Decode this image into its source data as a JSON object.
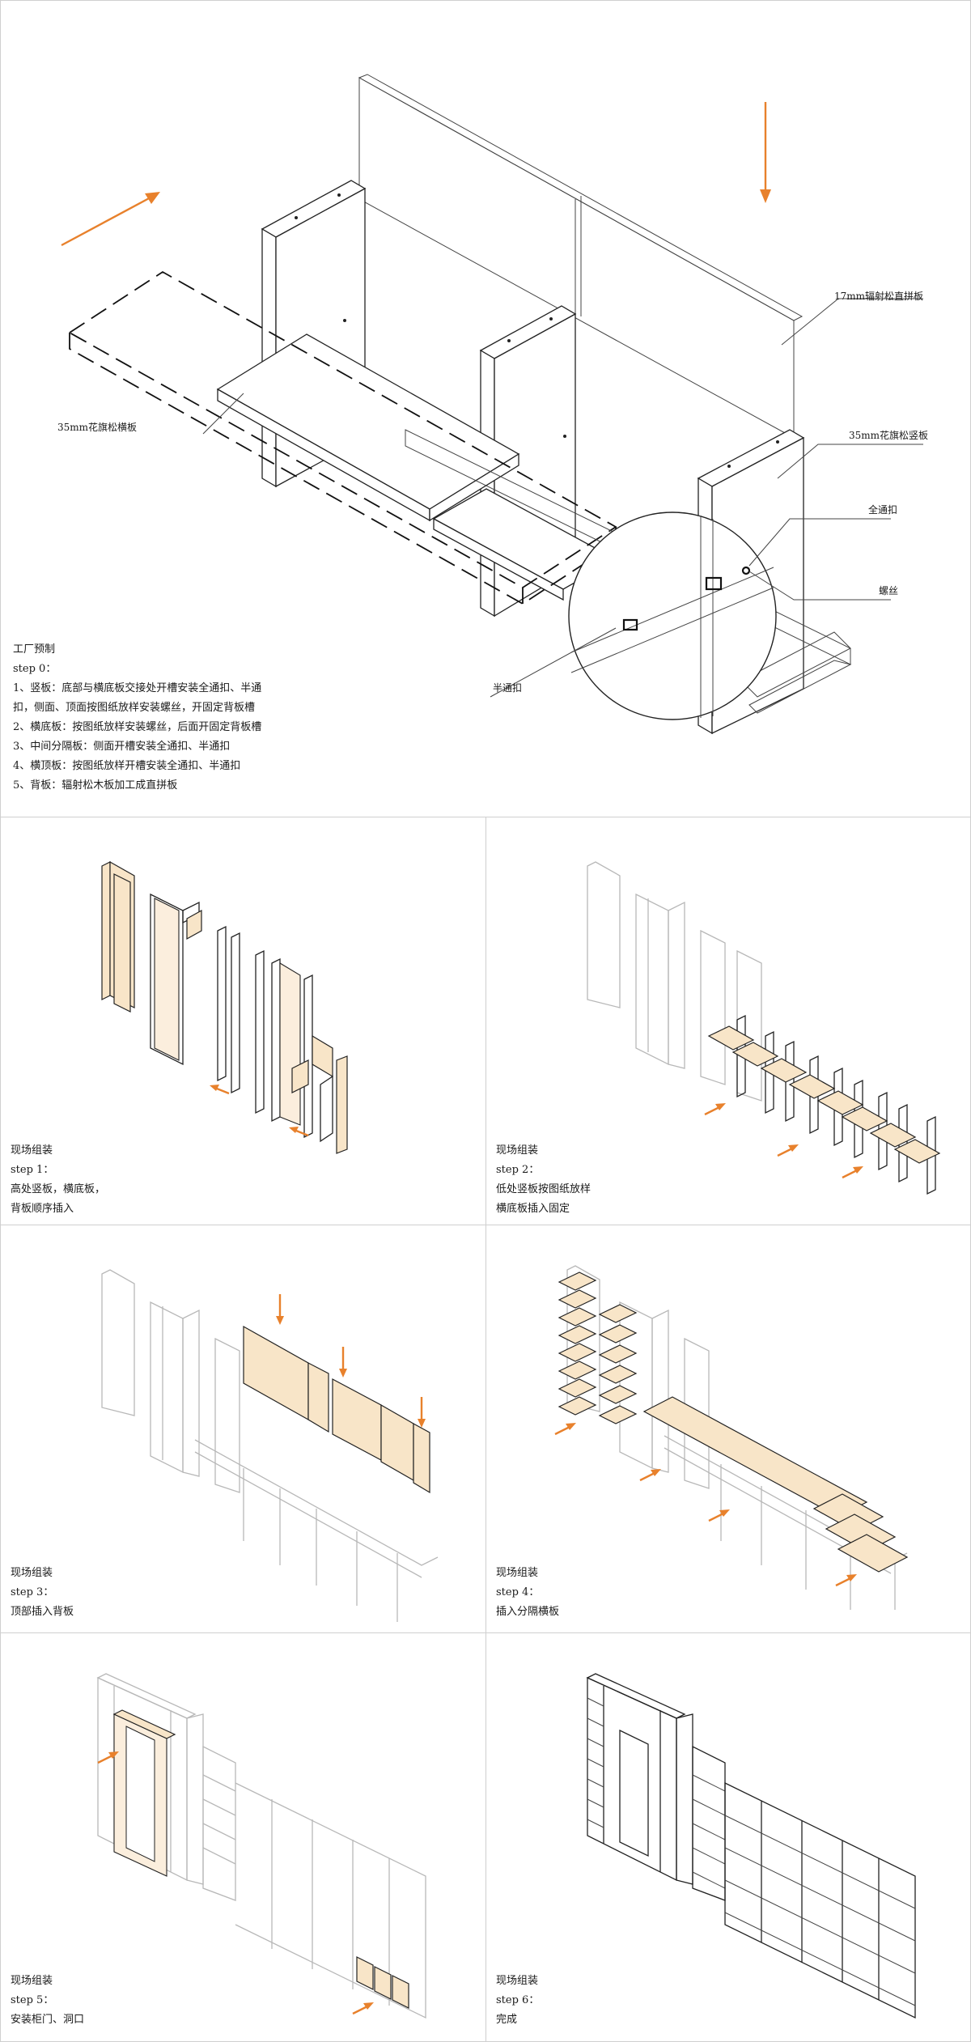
{
  "colors": {
    "accent_arrow": "#e8812c",
    "highlight_fill": "#f8e5c8",
    "line": "#222222",
    "ghost_line": "#b8b8b8",
    "border": "#cfcfcf"
  },
  "top": {
    "labels": {
      "back_panel": "17mm辐射松直拼板",
      "vertical_panel": "35mm花旗松竖板",
      "shelf_panel": "35mm花旗松横板",
      "full_clip": "全通扣",
      "screw": "螺丝",
      "half_clip": "半通扣"
    },
    "caption": {
      "title": "工厂预制",
      "step": "step 0：",
      "lines": [
        "1、竖板：底部与横底板交接处开槽安装全通扣、半通",
        "扣，侧面、顶面按图纸放样安装螺丝，开固定背板槽",
        "2、横底板：按图纸放样安装螺丝，后面开固定背板槽",
        "3、中间分隔板：侧面开槽安装全通扣、半通扣",
        "4、横顶板：按图纸放样开槽安装全通扣、半通扣",
        "5、背板：辐射松木板加工成直拼板"
      ]
    }
  },
  "steps": [
    {
      "title": "现场组装",
      "step": "step 1：",
      "lines": [
        "高处竖板，横底板，",
        "背板顺序插入"
      ]
    },
    {
      "title": "现场组装",
      "step": "step 2：",
      "lines": [
        "低处竖板按图纸放样",
        "横底板插入固定"
      ]
    },
    {
      "title": "现场组装",
      "step": "step 3：",
      "lines": [
        "顶部插入背板"
      ]
    },
    {
      "title": "现场组装",
      "step": "step 4：",
      "lines": [
        "插入分隔横板"
      ]
    },
    {
      "title": "现场组装",
      "step": "step 5：",
      "lines": [
        "安装柜门、洞口"
      ]
    },
    {
      "title": "现场组装",
      "step": "step 6：",
      "lines": [
        "完成"
      ]
    }
  ]
}
